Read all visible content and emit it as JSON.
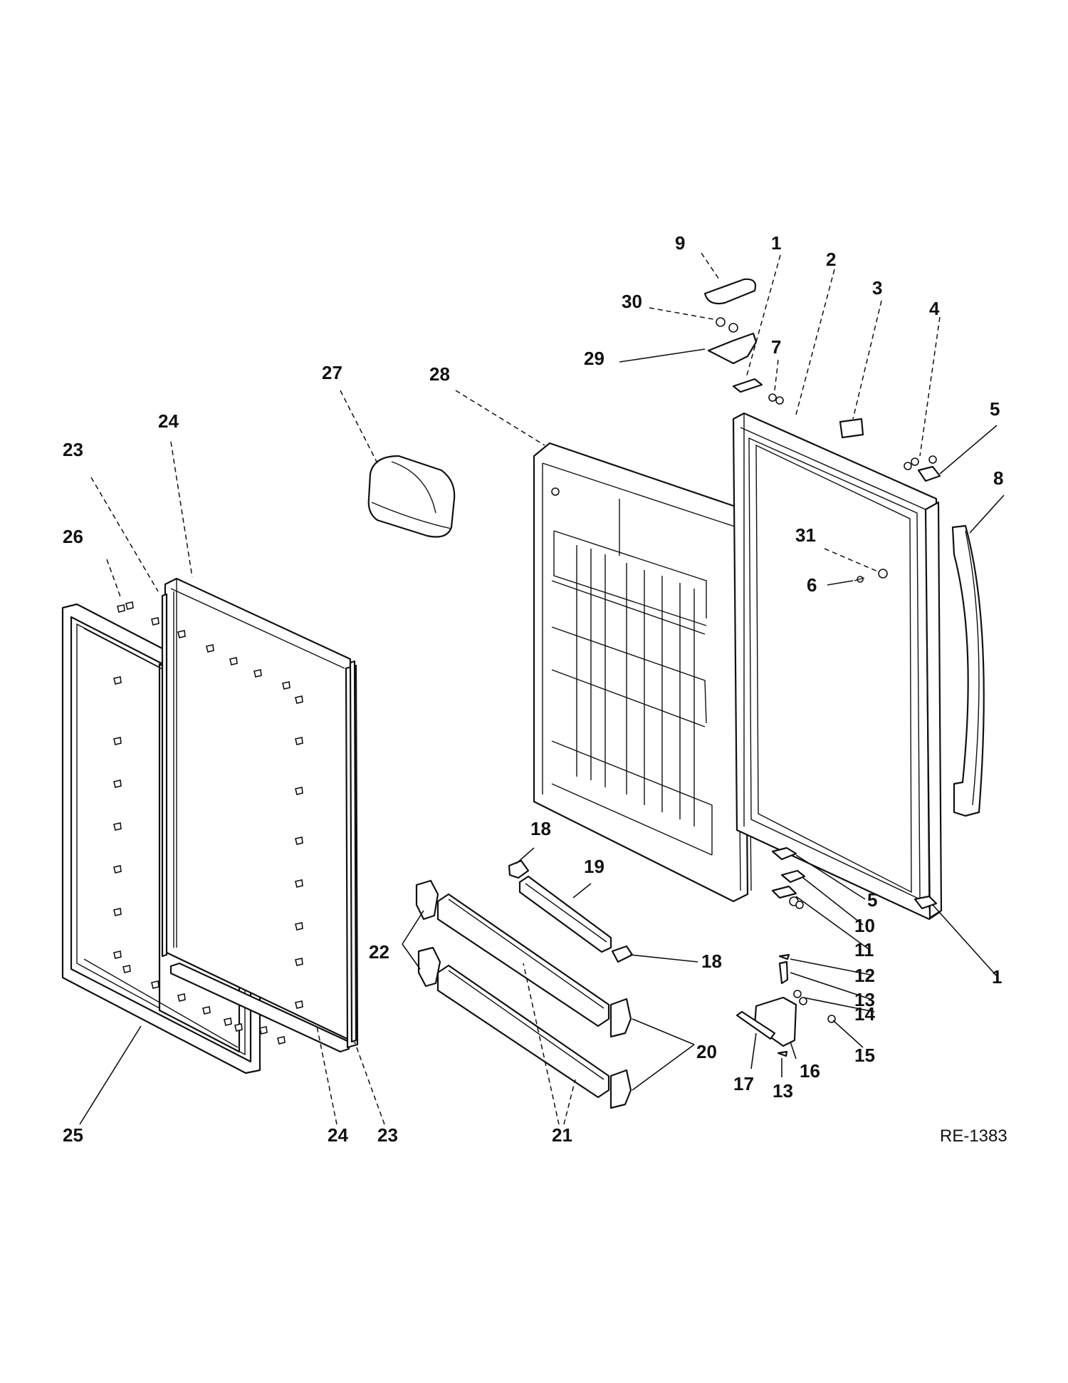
{
  "drawing_ref": "RE-1383",
  "callouts": {
    "c9": "9",
    "c1a": "1",
    "c2": "2",
    "c3": "3",
    "c4": "4",
    "c30": "30",
    "c29": "29",
    "c7": "7",
    "c27": "27",
    "c28": "28",
    "c5a": "5",
    "c8": "8",
    "c24a": "24",
    "c23a": "23",
    "c26": "26",
    "c31": "31",
    "c6": "6",
    "c18a": "18",
    "c19": "19",
    "c5b": "5",
    "c10": "10",
    "c11": "11",
    "c22": "22",
    "c18b": "18",
    "c12": "12",
    "c1b": "1",
    "c13a": "13",
    "c14": "14",
    "c15": "15",
    "c20": "20",
    "c16": "16",
    "c17": "17",
    "c13b": "13",
    "c25": "25",
    "c24b": "24",
    "c23b": "23",
    "c21": "21"
  }
}
